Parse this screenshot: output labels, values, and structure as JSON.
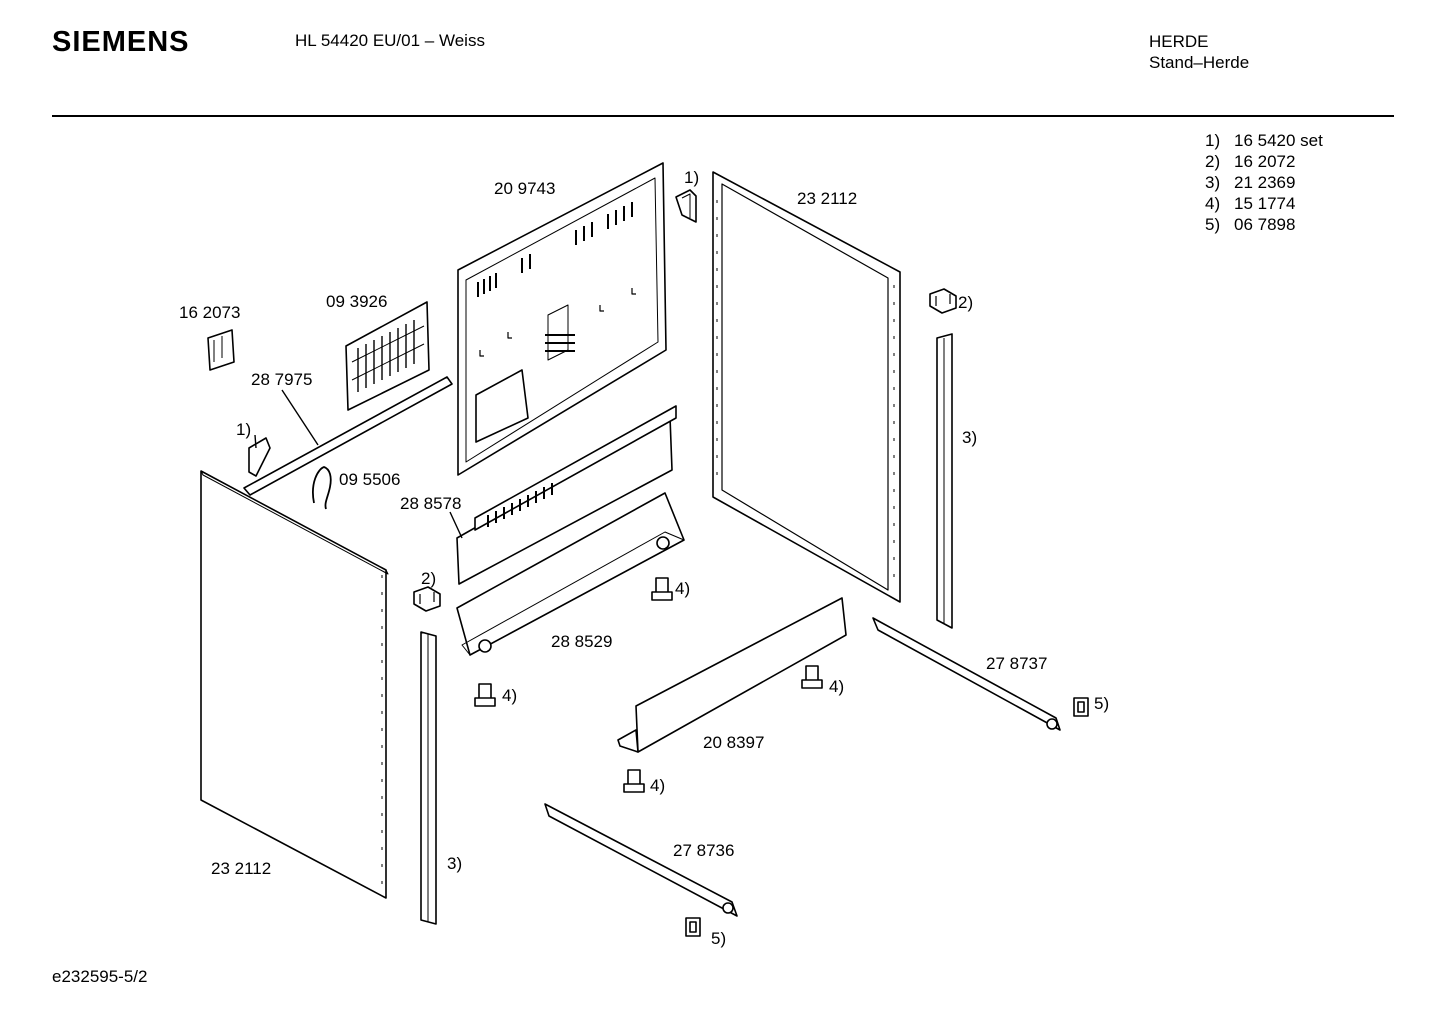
{
  "header": {
    "brand": "SIEMENS",
    "model": "HL 54420 EU/01 – Weiss",
    "category": "HERDE",
    "subcategory": "Stand–Herde"
  },
  "legend": [
    {
      "key": "1)",
      "value": "16 5420 set"
    },
    {
      "key": "2)",
      "value": "16 2072"
    },
    {
      "key": "3)",
      "value": "21 2369"
    },
    {
      "key": "4)",
      "value": "15 1774"
    },
    {
      "key": "5)",
      "value": "06 7898"
    }
  ],
  "parts": {
    "back_panel": "20 9743",
    "side_frame_right": "23 2112",
    "clip_left": "16 2073",
    "vent_grille": "09 3926",
    "top_rail": "28 7975",
    "wire_hook": "09 5506",
    "front_bracket": "28 8578",
    "bottom_tray": "28 8529",
    "side_panel_left": "23 2112",
    "kick_plate": "20 8397",
    "rail_right": "27 8737",
    "rail_front": "27 8736"
  },
  "callouts": {
    "bracket_top": "1)",
    "bracket_left": "1)",
    "clip_right": "2)",
    "clip_left": "2)",
    "strip_right": "3)",
    "strip_left": "3)",
    "screw_a": "4)",
    "screw_b": "4)",
    "screw_c": "4)",
    "screw_d": "4)",
    "cap_right": "5)",
    "cap_bottom": "5)"
  },
  "footer": {
    "code": "e232595-5/2"
  }
}
